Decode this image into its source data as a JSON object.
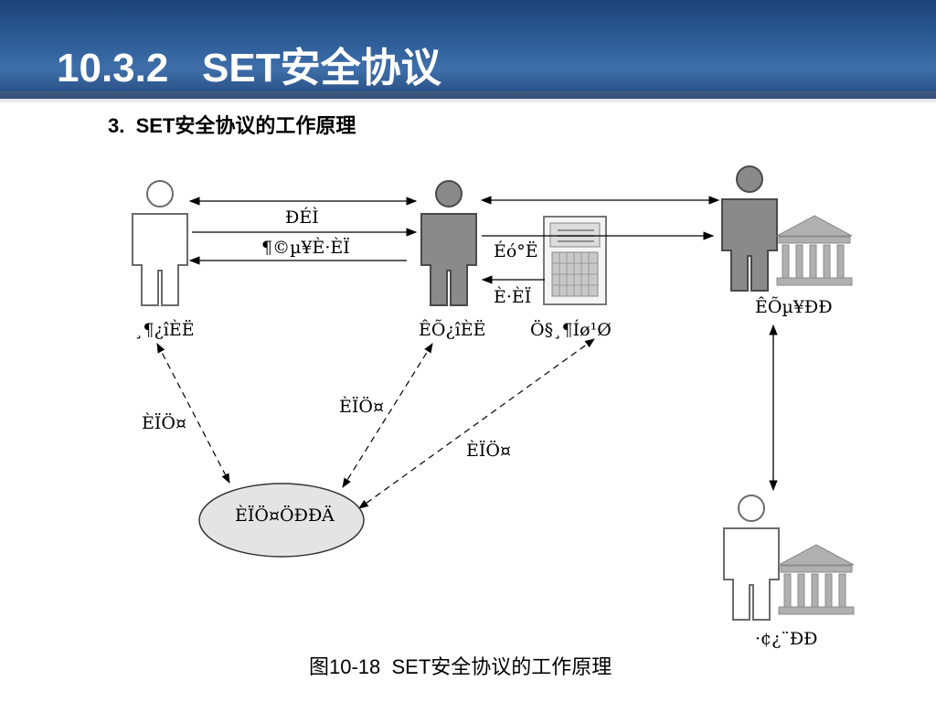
{
  "slide": {
    "title": "10.3.2   SET安全协议",
    "subtitle": "3.  SET安全协议的工作原理",
    "caption": "图10-18  SET安全协议的工作原理"
  },
  "diagram": {
    "labels": {
      "msg_top": "Ð­ÉÌ",
      "msg_order": "¶©µ¥È·ÈÏ",
      "msg_cert_req": "Éó°Ë",
      "msg_confirm": "È·ÈÏ",
      "consumer": "¸¶¿îÈË",
      "merchant": "ÊÕ¿îÈË",
      "gateway": "Ö§¸¶Íø¹Ø",
      "acquirer_bank": "ÊÕµ¥ÐÐ",
      "issuer_bank": "·¢¿¨ÐÐ",
      "cert_left": "ÈÏÖ¤",
      "cert_mid": "ÈÏÖ¤",
      "cert_right": "ÈÏÖ¤",
      "ca": "ÈÏÖ¤ÖÐÐÄ"
    },
    "colors": {
      "person_white": "#ffffff",
      "person_gray": "#8a8a8a",
      "ellipse_fill": "#e4e4e4",
      "header_blue": "#2f5f99"
    }
  }
}
